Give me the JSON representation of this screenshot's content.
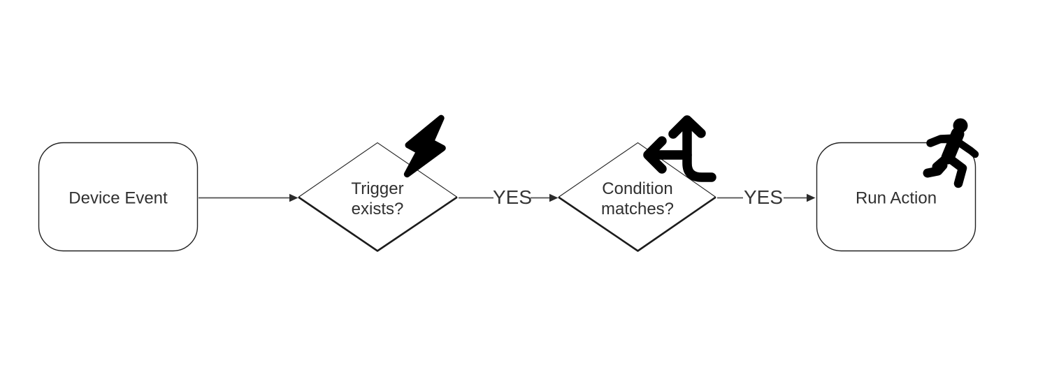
{
  "diagram": {
    "type": "flowchart",
    "nodes": [
      {
        "id": "device-event",
        "shape": "rounded-rect",
        "label": "Device Event",
        "icon": null
      },
      {
        "id": "trigger-exists",
        "shape": "decision",
        "label": "Trigger exists?",
        "lines": [
          "Trigger",
          "exists?"
        ],
        "icon": "lightning-bolt-icon"
      },
      {
        "id": "condition-matches",
        "shape": "decision",
        "label": "Condition matches?",
        "lines": [
          "Condition",
          "matches?"
        ],
        "icon": "split-arrows-icon"
      },
      {
        "id": "run-action",
        "shape": "rounded-rect",
        "label": "Run Action",
        "icon": "person-running-icon"
      }
    ],
    "edges": [
      {
        "from": "device-event",
        "to": "trigger-exists",
        "label": ""
      },
      {
        "from": "trigger-exists",
        "to": "condition-matches",
        "label": "YES"
      },
      {
        "from": "condition-matches",
        "to": "run-action",
        "label": "YES"
      }
    ]
  },
  "colors": {
    "background": "#ffffff",
    "node_fill": "#ffffff",
    "node_border": "#222222",
    "edge_shadow": "#1c1c1c",
    "connector": "#4f4f4f",
    "arrowhead": "#2b2b2b",
    "text": "#303030",
    "edge_label": "#363636",
    "icon": "#000000"
  }
}
